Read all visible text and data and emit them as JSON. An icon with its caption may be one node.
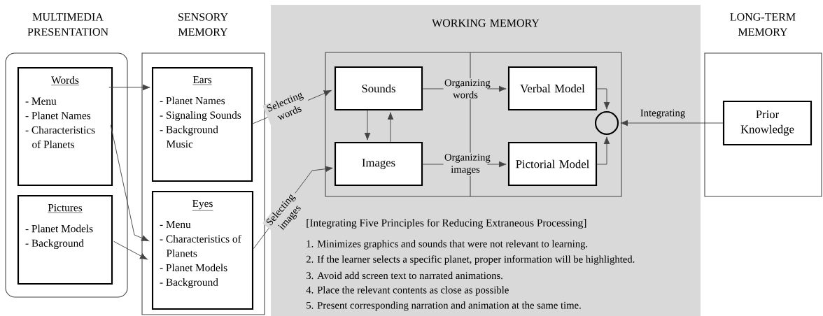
{
  "diagram": {
    "nodes": [
      {
        "text": [
          "MULTIMEDIA PRESENTATION"
        ]
      },
      {
        "text": [
          "Words",
          "- Menu",
          "- Planet Names",
          "- Characteristics of Planets"
        ],
        "in": 0
      },
      {
        "text": [
          "Pictures",
          "- Planet Models",
          "- Background"
        ],
        "in": 0
      },
      {
        "text": [
          "SENSORY MEMORY"
        ]
      },
      {
        "text": [
          "Ears",
          "- Planet Names",
          "- Signaling Sounds",
          "- Background Music"
        ],
        "in": 3
      },
      {
        "text": [
          "Eyes",
          "- Menu",
          "- Characteristics of Planets",
          "- Planet Models",
          "- Background"
        ],
        "in": 3
      },
      {
        "text": [
          "WORKING MEMORY"
        ]
      },
      {
        "text": [],
        "shape": "box",
        "in": 6
      },
      {
        "text": [
          "Sounds"
        ],
        "in": 7
      },
      {
        "text": [
          "Images"
        ],
        "in": 7
      },
      {
        "text": [
          "Verbal Model"
        ],
        "in": 7
      },
      {
        "text": [
          "Pictorial Model"
        ],
        "in": 7
      },
      {
        "text": [],
        "shape": "circle",
        "in": 7
      },
      {
        "text": [
          "LONG-TERM MEMORY"
        ]
      },
      {
        "text": [
          "Prior Knowledge"
        ],
        "in": 13
      }
    ],
    "edges": [
      {
        "from": 1,
        "to": 4,
        "arrow": "to"
      },
      {
        "from": 1,
        "to": 5,
        "arrow": "to"
      },
      {
        "from": 2,
        "to": 5,
        "arrow": "to"
      },
      {
        "from": 4,
        "to": 8,
        "arrow": "to",
        "label": "Selecting words"
      },
      {
        "from": 5,
        "to": 9,
        "arrow": "to",
        "label": "Selecting images"
      },
      {
        "from": 8,
        "to": 9,
        "arrow": "to"
      },
      {
        "from": 9,
        "to": 8,
        "arrow": "to"
      },
      {
        "from": 8,
        "to": 10,
        "arrow": "to",
        "label": "Organizing words"
      },
      {
        "from": 9,
        "to": 11,
        "arrow": "to",
        "label": "Organizing images"
      },
      {
        "from": 10,
        "to": 12,
        "arrow": "to"
      },
      {
        "from": 11,
        "to": 12,
        "arrow": "to"
      },
      {
        "from": 14,
        "to": 12,
        "arrow": "to",
        "label": "Integrating"
      }
    ],
    "labels": [
      "[Integrating Five Principles for Reducing Extraneous Processing]",
      "1. Minimizes graphics and sounds that were not relevant to learning.",
      "2. If the learner selects a specific planet, proper information will be highlighted.",
      "3. Avoid add screen text to narrated animations.",
      "4. Place the relevant contents as close as possible",
      "5. Present corresponding narration and animation at the same time."
    ]
  }
}
